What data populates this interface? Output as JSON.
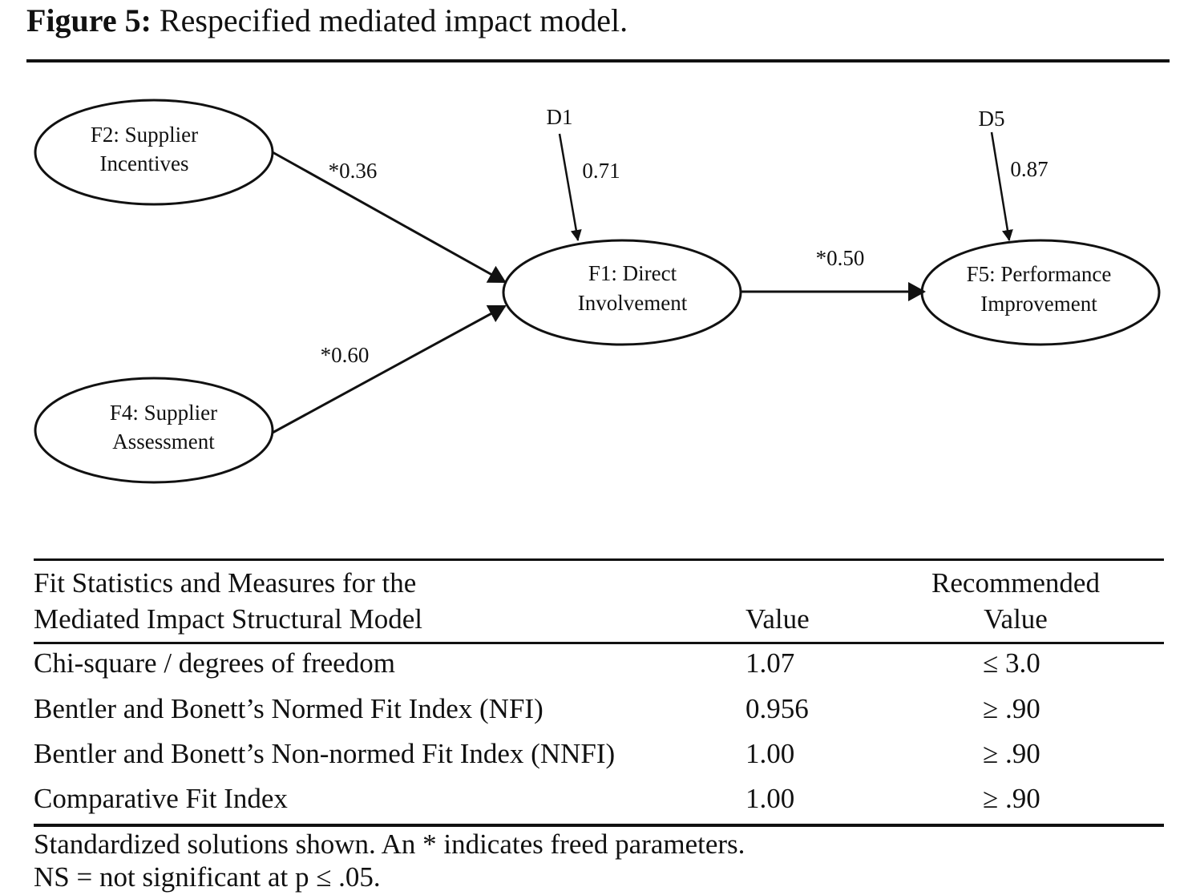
{
  "figure": {
    "label": "Figure 5:",
    "caption": "Respecified mediated impact model."
  },
  "diagram": {
    "nodes": {
      "f2": [
        "F2: Supplier",
        "Incentives"
      ],
      "f4": [
        "F4: Supplier",
        "Assessment"
      ],
      "f1": [
        "F1: Direct",
        "Involvement"
      ],
      "f5": [
        "F5: Performance",
        "Improvement"
      ]
    },
    "disturbances": {
      "d1": "D1",
      "d5": "D5"
    },
    "coefficients": {
      "f2_f1": "*0.36",
      "f4_f1": "*0.60",
      "f1_f5": "*0.50",
      "d1_f1": "0.71",
      "d5_f5": "0.87"
    }
  },
  "table": {
    "header": {
      "measure_line1": "Fit Statistics and Measures for the",
      "measure_line2": "Mediated Impact Structural Model",
      "value": "Value",
      "recommended_line1": "Recommended",
      "recommended_line2": "Value"
    },
    "rows": [
      {
        "measure": "Chi-square / degrees of freedom",
        "value": "1.07",
        "recommended": "≤ 3.0"
      },
      {
        "measure": "Bentler and Bonett’s Normed Fit Index (NFI)",
        "value": "0.956",
        "recommended": "≥ .90"
      },
      {
        "measure": "Bentler and Bonett’s Non-normed Fit Index (NNFI)",
        "value": "1.00",
        "recommended": "≥ .90"
      },
      {
        "measure": "Comparative Fit Index",
        "value": "1.00",
        "recommended": "≥ .90"
      }
    ],
    "notes": [
      "Standardized solutions shown. An * indicates freed parameters.",
      "NS = not significant at p ≤ .05."
    ]
  }
}
